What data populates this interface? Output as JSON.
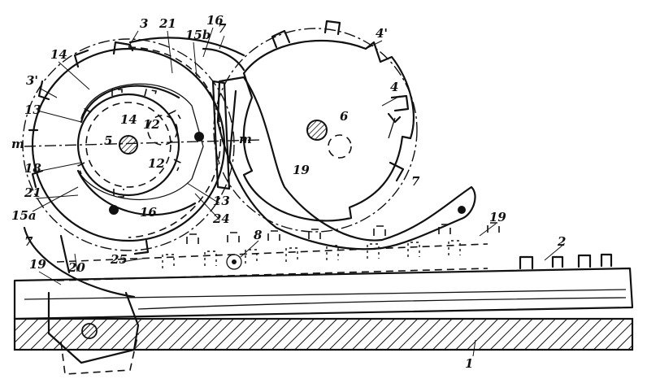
{
  "labels": {
    "l1": "1",
    "l2": "2",
    "l3": "3",
    "l3p": "3'",
    "l4": "4",
    "l4p": "4'",
    "l5": "5",
    "l6": "6",
    "l7a": "7",
    "l7b": "7",
    "l7c": "7",
    "l8": "8",
    "l12a": "12",
    "l12b": "12",
    "l13a": "13",
    "l13b": "13",
    "l14a": "14",
    "l14b": "14",
    "l15a": "15a",
    "l15b": "15b",
    "l16a": "16",
    "l16b": "16",
    "l18": "18",
    "l19a": "19",
    "l19b": "19",
    "l19c": "19",
    "l20": "20",
    "l21a": "21",
    "l21b": "21",
    "l24": "24",
    "l25": "25",
    "lm1": "m",
    "lm2": "m"
  }
}
